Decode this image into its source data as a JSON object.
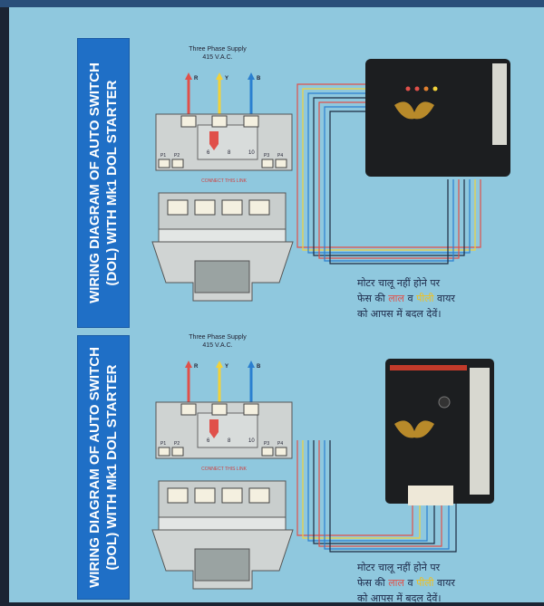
{
  "panels": [
    {
      "title_line1": "WIRING DIAGRAM OF AUTO SWITCH",
      "title_line2": "(DOL) WITH Mk1 DOL STARTER",
      "supply": "Three Phase Supply",
      "voltage": "415 V.A.C.",
      "device": "auto-switch"
    },
    {
      "title_line1": "WIRING DIAGRAM OF AUTO SWITCH",
      "title_line2": "(DOL) WITH Mk1 DOL STARTER",
      "supply": "Three Phase Supply",
      "voltage": "415 V.A.C.",
      "device": "auto-switch-timer"
    }
  ],
  "phases": [
    "R",
    "Y",
    "B"
  ],
  "terminals": {
    "left": [
      "P1",
      "P2"
    ],
    "right": [
      "P3",
      "P4"
    ],
    "numbers": [
      "6",
      "8",
      "10"
    ],
    "link_note": "CONNECT THIS LINK"
  },
  "note": {
    "line1": "मोटर चालू नहीं होने पर",
    "line2_a": "फेस की ",
    "red_word": "लाल",
    "line2_b": " व ",
    "yellow_word": "पीली",
    "line2_c": " वायर",
    "line3": "को आपस में बदल देवें।"
  },
  "colors": {
    "background": "#8fc8de",
    "banner": "#1f6fc6",
    "r": "#e0504a",
    "y": "#f2d23a",
    "b": "#2a7fd0",
    "device": "#1c1e20"
  }
}
